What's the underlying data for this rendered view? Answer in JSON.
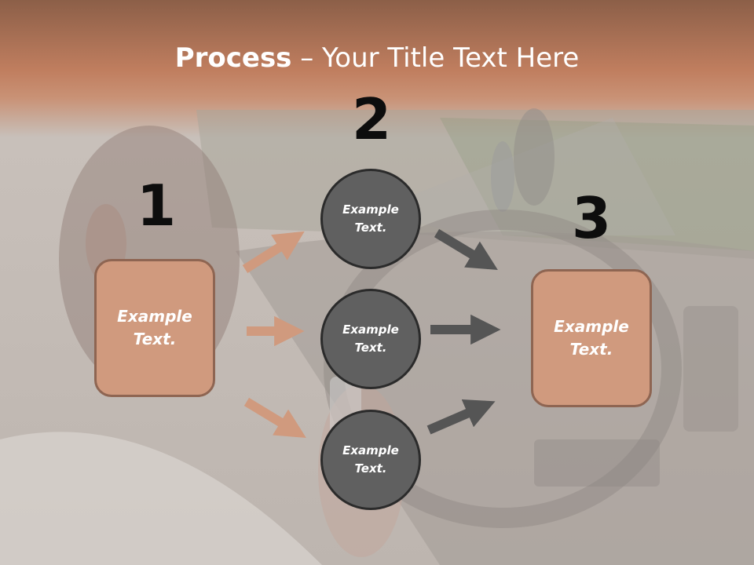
{
  "title": {
    "bold": "Process",
    "rest": " – Your Title Text Here"
  },
  "steps": {
    "one": "1",
    "two": "2",
    "three": "3"
  },
  "box_left": {
    "line1": "Example",
    "line2": "Text."
  },
  "circle_top": {
    "line1": "Example",
    "line2": "Text."
  },
  "circle_middle": {
    "line1": "Example",
    "line2": "Text."
  },
  "circle_bottom": {
    "line1": "Example",
    "line2": "Text."
  },
  "box_right": {
    "line1": "Example",
    "line2": "Text."
  },
  "colors": {
    "box_fill": "#d09a7e",
    "circle_fill": "#606060",
    "arrow_left": "#d09a7e",
    "arrow_right": "#555555"
  }
}
